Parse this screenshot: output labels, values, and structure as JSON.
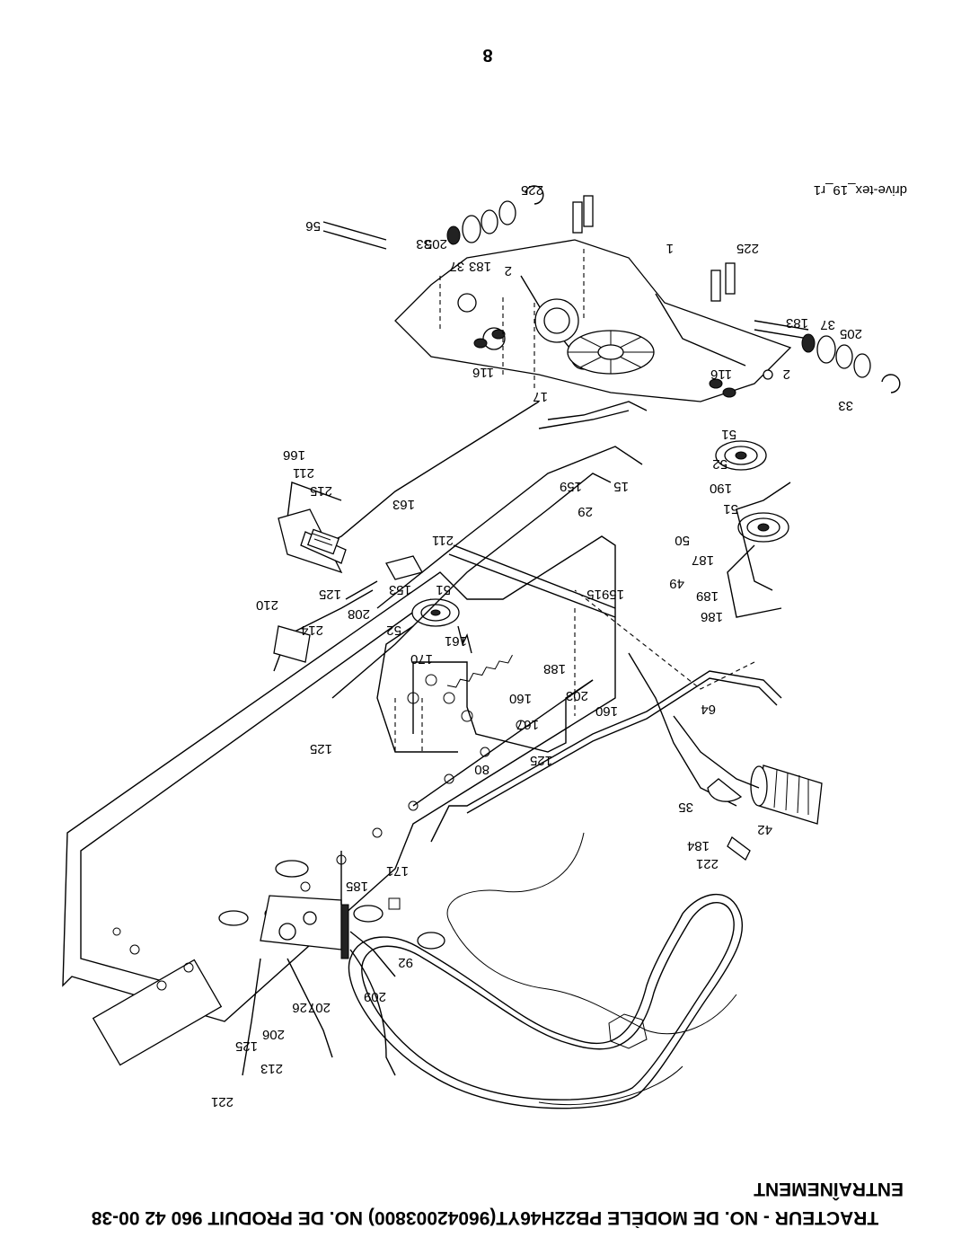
{
  "page": {
    "number": "8",
    "title_line1": "TRACTEUR - NO. DE MODÈLE PB22H46YT(96042003800) NO. DE PRODUIT 960 42 00-38",
    "title_line2": "ENTRAÎNEMENT",
    "drawing_id": "drive-tex_19_r1"
  },
  "callouts": {
    "c56": "56",
    "c221a": "221",
    "c213": "213",
    "c125a": "125",
    "c206": "206",
    "c26": "26",
    "c207": "207",
    "c209": "209",
    "c92": "92",
    "c185": "185",
    "c171": "171",
    "c80": "80",
    "c125b": "125",
    "c125c": "125",
    "c221b": "221",
    "c184": "184",
    "c42": "42",
    "c35": "35",
    "c167": "167",
    "c160a": "160",
    "c160b": "160",
    "c203": "203",
    "c64": "64",
    "c188": "188",
    "c170": "170",
    "c161": "161",
    "c52a": "52",
    "c214": "214",
    "c210": "210",
    "c125d": "125",
    "c208": "208",
    "c153": "153",
    "c51a": "51",
    "c186": "186",
    "c189": "189",
    "c49": "49",
    "c187": "187",
    "c50": "50",
    "c15a": "15",
    "c159a": "159",
    "c211a": "211",
    "c29": "29",
    "c163": "163",
    "c215": "215",
    "c211b": "211",
    "c166": "166",
    "c159b": "159",
    "c15b": "15",
    "c51b": "51",
    "c190": "190",
    "c52b": "52",
    "c51c": "51",
    "c17": "17",
    "c116a": "116",
    "c2a": "2",
    "c33a": "33",
    "c116b": "116",
    "c183a": "183",
    "c37a": "37",
    "c205a": "205",
    "c2b": "2",
    "c33b": "33",
    "c1": "1",
    "c225a": "225",
    "c225b": "225",
    "c183b": "183",
    "c37b": "37",
    "c205b": "205"
  }
}
